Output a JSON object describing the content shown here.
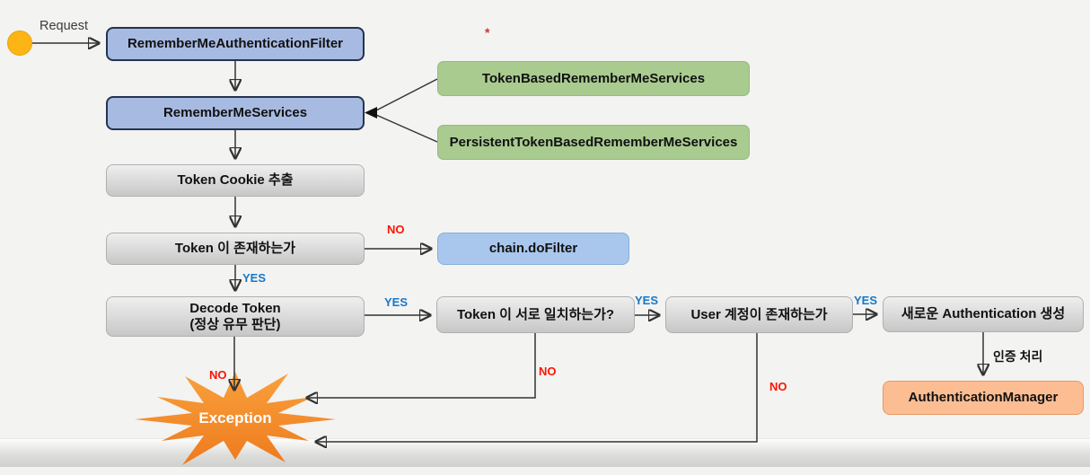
{
  "nodes": {
    "start": {
      "label": "Request"
    },
    "filter": {
      "label": "RememberMeAuthenticationFilter"
    },
    "services": {
      "label": "RememberMeServices"
    },
    "token_based": {
      "label": "TokenBasedRememberMeServices"
    },
    "persistent_token_based": {
      "label": "PersistentTokenBasedRememberMeServices"
    },
    "asterisk": "*",
    "extract_cookie": {
      "label": "Token Cookie 추출"
    },
    "token_exists": {
      "label": "Token 이 존재하는가"
    },
    "chain_do_filter": {
      "label": "chain.doFilter"
    },
    "decode_token": {
      "line1": "Decode Token",
      "line2": "(정상 유무 판단)"
    },
    "token_match": {
      "label": "Token 이 서로 일치하는가?"
    },
    "user_exists": {
      "label": "User 계정이 존재하는가"
    },
    "create_authentication": {
      "label": "새로운 Authentication 생성"
    },
    "authentication_manager": {
      "label": "AuthenticationManager"
    },
    "exception": {
      "label": "Exception"
    }
  },
  "edge_labels": {
    "yes": "YES",
    "no": "NO",
    "auth_process": "인증 처리"
  },
  "colors": {
    "background": "#f3f3f1",
    "blue_box": "#a7bae2",
    "blue_box_border": "#24344e",
    "green_box": "#a9cb90",
    "green_box_border": "#96b97e",
    "gray_box_top": "#efefef",
    "gray_box_bottom": "#c7c7c7",
    "gray_box_border": "#b0b0b0",
    "light_blue_box": "#a9c7ec",
    "light_blue_box_border": "#86afd9",
    "orange_box": "#fcbd93",
    "orange_box_border": "#e49a66",
    "exception_top": "#f9a13d",
    "exception_bottom": "#ee7a1d",
    "start_circle": "#fdb515",
    "start_circle_border": "#e8a20a",
    "yes_label": "#1878c8",
    "no_label": "#fb1505",
    "connector": "#333333"
  }
}
